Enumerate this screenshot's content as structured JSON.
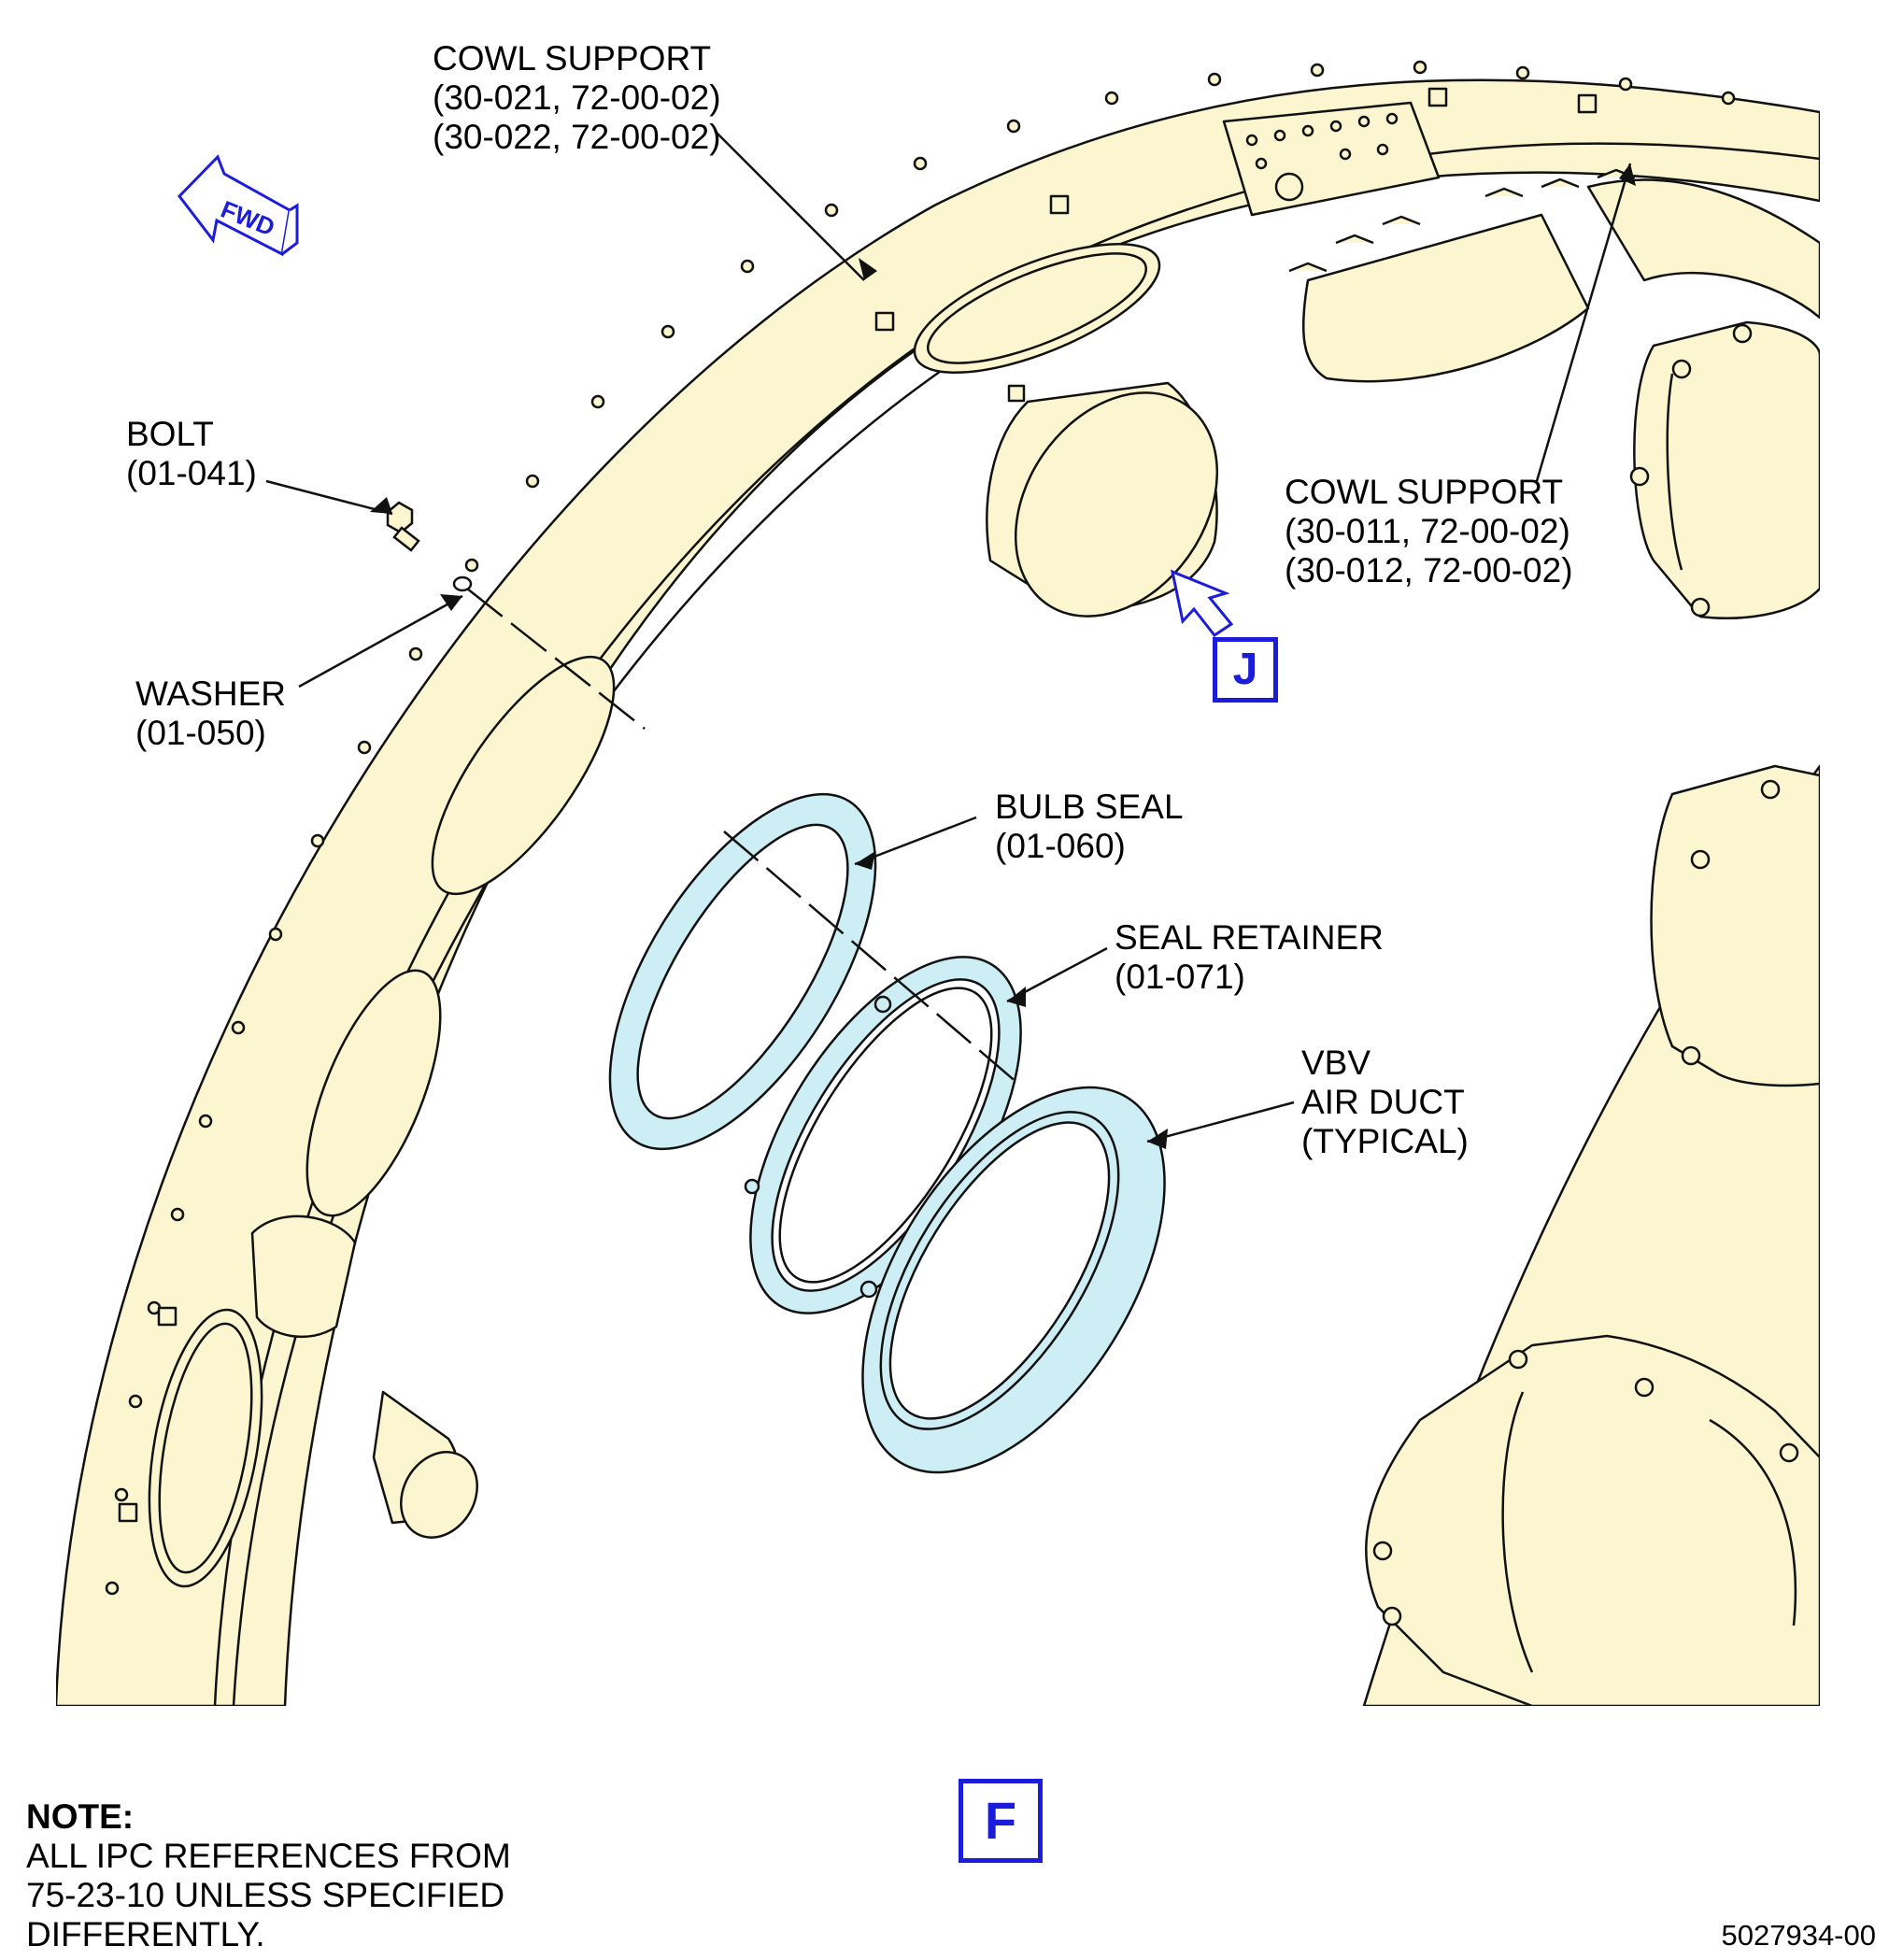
{
  "callouts": {
    "cowl_support_upper": [
      "COWL SUPPORT",
      "(30-021, 72-00-02)",
      "(30-022, 72-00-02)"
    ],
    "cowl_support_right": [
      "COWL SUPPORT",
      "(30-011, 72-00-02)",
      "(30-012, 72-00-02)"
    ],
    "bolt": [
      "BOLT",
      "(01-041)"
    ],
    "washer": [
      "WASHER",
      "(01-050)"
    ],
    "bulb_seal": [
      "BULB SEAL",
      "(01-060)"
    ],
    "seal_retainer": [
      "SEAL RETAINER",
      "(01-071)"
    ],
    "vbv_air_duct": [
      "VBV",
      "AIR DUCT",
      "(TYPICAL)"
    ]
  },
  "direction_arrow": "FWD",
  "view_labels": {
    "view_j": "J",
    "view_f": "F"
  },
  "note": {
    "title": "NOTE:",
    "lines": [
      "ALL IPC REFERENCES FROM",
      "75-23-10 UNLESS SPECIFIED",
      "DIFFERENTLY."
    ]
  },
  "figure_number": "5027934-00",
  "colors": {
    "structure_fill": "#fbf6cf",
    "seal_fill": "#cdeef5",
    "line": "#111111",
    "blue_label": "#1c1cdb"
  }
}
